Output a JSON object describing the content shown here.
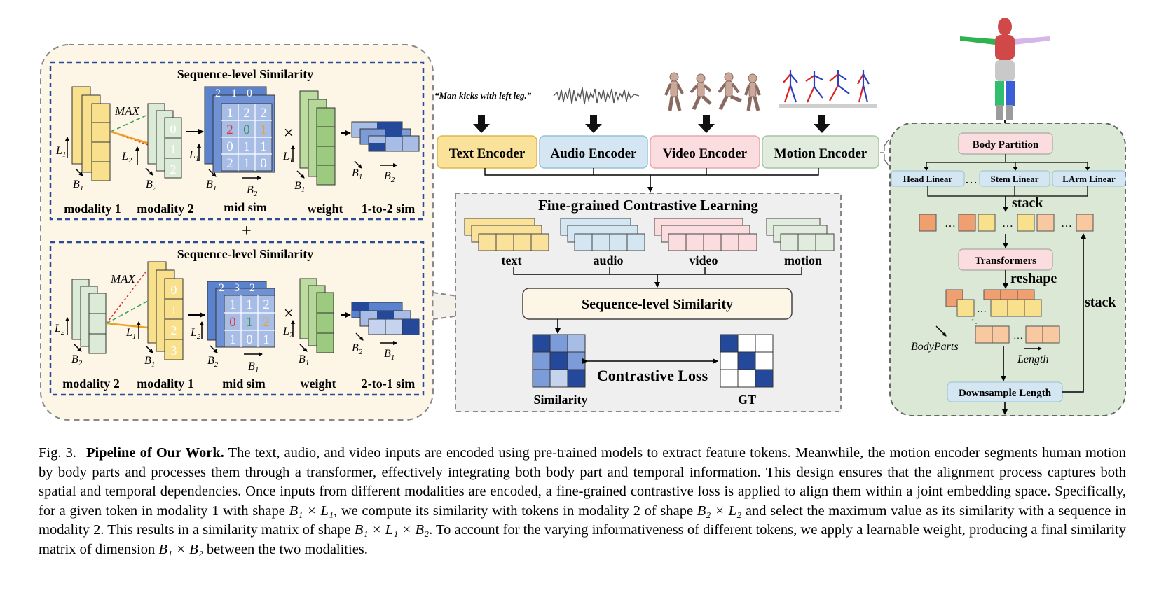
{
  "left_panel": {
    "top_block": {
      "title": "Sequence-level Similarity",
      "max_label": "MAX",
      "mod1_dim_l": "L",
      "mod1_dim_l_sub": "1",
      "mod1_dim_b": "B",
      "mod1_dim_b_sub": "1",
      "mod2_dim_l": "L",
      "mod2_dim_l_sub": "2",
      "mod2_dim_b": "B",
      "mod2_dim_b_sub": "2",
      "mod2_values": [
        "0",
        "1",
        "2"
      ],
      "midsim_values": [
        [
          "1",
          "2",
          "2"
        ],
        [
          "2",
          "0",
          "1"
        ],
        [
          "0",
          "1",
          "1"
        ],
        [
          "2",
          "1",
          "0"
        ]
      ],
      "midsim_back_values": [
        "2",
        "1",
        "0"
      ],
      "times": "×",
      "labels": [
        "modality 1",
        "modality 2",
        "mid sim",
        "weight",
        "1-to-2 sim"
      ]
    },
    "plus": "+",
    "bottom_block": {
      "title": "Sequence-level Similarity",
      "max_label": "MAX",
      "mod1_values": [
        "0",
        "1",
        "2",
        "3"
      ],
      "midsim_values": [
        [
          "1",
          "1",
          "2"
        ],
        [
          "0",
          "1",
          "2"
        ],
        [
          "1",
          "0",
          "1"
        ]
      ],
      "midsim_back_values": [
        "2",
        "3",
        "2"
      ],
      "times": "×",
      "labels": [
        "modality 2",
        "modality 1",
        "mid sim",
        "weight",
        "2-to-1 sim"
      ]
    }
  },
  "inputs": {
    "text_quote": "“Man kicks with left leg.”"
  },
  "encoders": [
    {
      "label": "Text Encoder",
      "color": "#fbe29a",
      "border": "#e0b84a"
    },
    {
      "label": "Audio Encoder",
      "color": "#d3e6f1",
      "border": "#98c0d6"
    },
    {
      "label": "Video Encoder",
      "color": "#fbdde0",
      "border": "#e3a8ae"
    },
    {
      "label": "Motion Encoder",
      "color": "#e1ecdf",
      "border": "#a9c4a4"
    }
  ],
  "fine_grained": {
    "title": "Fine-grained Contrastive Learning",
    "modalities": [
      "text",
      "audio",
      "video",
      "motion"
    ],
    "seq_sim": "Sequence-level Similarity",
    "contrastive_loss": "Contrastive Loss",
    "similarity_label": "Similarity",
    "gt_label": "GT"
  },
  "motion_panel": {
    "body_partition": "Body Partition",
    "linears": [
      "Head Linear",
      "Stem Linear",
      "LArm Linear"
    ],
    "ellipsis": "…",
    "stack": "stack",
    "transformers": "Transformers",
    "reshape": "reshape",
    "stack_right": "stack",
    "body_parts": "BodyParts",
    "length": "Length",
    "downsample": "Downsample Length"
  },
  "caption": {
    "fig_label": "Fig. 3.",
    "bold_title": "Pipeline of Our Work.",
    "text_1": " The text, audio, and video inputs are encoded using pre-trained models to extract feature tokens. Meanwhile, the motion encoder segments human motion by body parts and processes them through a transformer, effectively integrating both body part and temporal information. This design ensures that the alignment process captures both spatial and temporal dependencies. Once inputs from different modalities are encoded, a fine-grained contrastive loss is applied to align them within a joint embedding space. Specifically, for a given token in modality 1 with shape ",
    "math_1": "B₁ × L₁",
    "text_2": ", we compute its similarity with tokens in modality 2 of shape ",
    "math_2": "B₂ × L₂",
    "text_3": " and select the maximum value as its similarity with a sequence in modality 2. This results in a similarity matrix of shape ",
    "math_3": "B₁ × L₁ × B₂",
    "text_4": ". To account for the varying informativeness of different tokens, we apply a learnable weight, producing a final similarity matrix of dimension ",
    "math_4": "B₁ × B₂",
    "text_5": " between the two modalities."
  }
}
